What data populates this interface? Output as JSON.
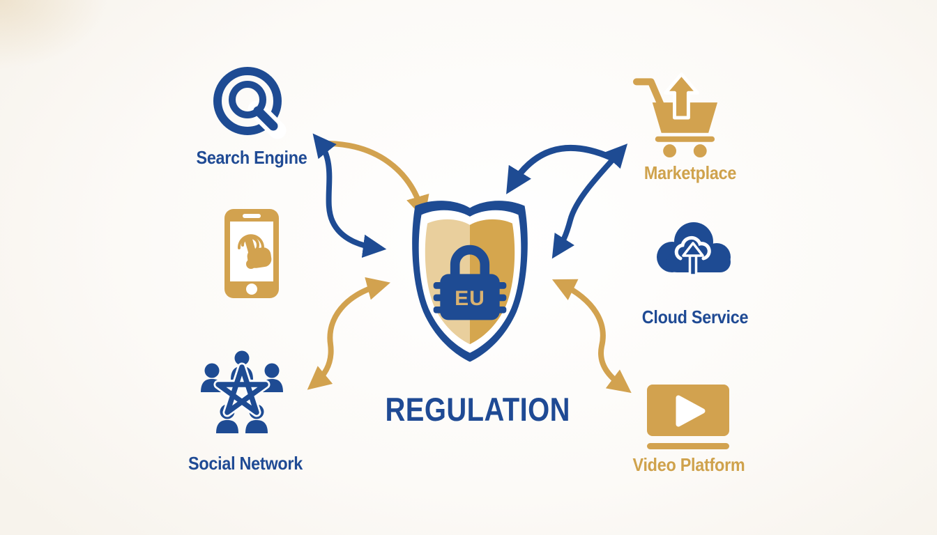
{
  "page": {
    "background": "#fbf9f6",
    "type": "infographic-diagram"
  },
  "colors": {
    "blue": "#1e4b93",
    "gold": "#d2a24f",
    "shield_gold_light": "#e9cf9d",
    "shield_gold_dark": "#d5a64e",
    "white": "#ffffff"
  },
  "center": {
    "badge": "EU",
    "caption": "REGULATION"
  },
  "nodes": [
    {
      "id": "search-engine",
      "label": "Search Engine",
      "color": "#1f4a94",
      "icon": "magnifier-icon"
    },
    {
      "id": "mobile-app",
      "label": "",
      "color": "#d2a24f",
      "icon": "smartphone-tap-icon"
    },
    {
      "id": "social-network",
      "label": "Social Network",
      "color": "#1f4a94",
      "icon": "people-network-icon"
    },
    {
      "id": "marketplace",
      "label": "Marketplace",
      "color": "#cfa24c",
      "icon": "cart-up-arrow-icon"
    },
    {
      "id": "cloud-service",
      "label": "Cloud Service",
      "color": "#1f4a94",
      "icon": "cloud-upload-icon"
    },
    {
      "id": "video-platform",
      "label": "Video Platform",
      "color": "#cfa24c",
      "icon": "video-player-icon"
    }
  ],
  "edges": [
    {
      "from": "search-engine",
      "to": "shield",
      "color": "gold",
      "heads": 1
    },
    {
      "from": "shield",
      "to": "search-engine",
      "color": "blue",
      "heads": 2
    },
    {
      "from": "marketplace",
      "to": "shield",
      "color": "blue",
      "heads": 1
    },
    {
      "from": "shield",
      "to": "marketplace",
      "color": "blue",
      "heads": 2
    },
    {
      "from": "social-network",
      "to": "shield",
      "color": "gold",
      "heads": 2
    },
    {
      "from": "video-platform",
      "to": "shield",
      "color": "gold",
      "heads": 2
    }
  ]
}
